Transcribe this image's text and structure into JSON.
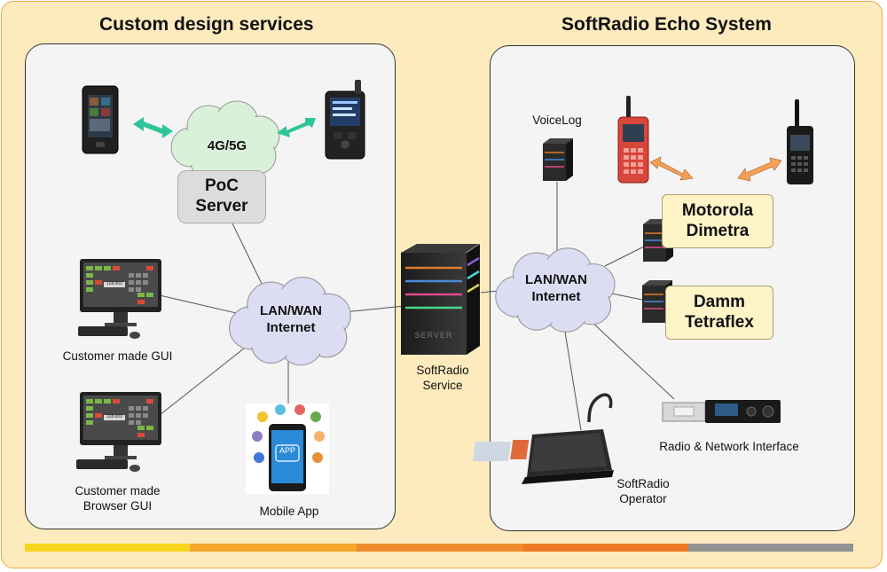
{
  "headings": {
    "left": "Custom design services",
    "right": "SoftRadio Echo System"
  },
  "left_panel": {
    "cloud_4g": "4G/5G",
    "poc_server": [
      "PoC",
      "Server"
    ],
    "lan_wan": [
      "LAN/WAN",
      "Internet"
    ],
    "customer_gui": "Customer made GUI",
    "browser_gui": [
      "Customer made",
      "Browser GUI"
    ],
    "mobile_app": "Mobile App",
    "app_icon_text": "APP"
  },
  "center": {
    "server_label": [
      "SoftRadio",
      "Service"
    ],
    "server_case_text": "SERVER"
  },
  "right_panel": {
    "voicelog": "VoiceLog",
    "lan_wan": [
      "LAN/WAN",
      "Internet"
    ],
    "motorola": [
      "Motorola",
      "Dimetra"
    ],
    "damm": [
      "Damm",
      "Tetraflex"
    ],
    "radio_interface": "Radio & Network Interface",
    "operator": [
      "SoftRadio",
      "Operator"
    ]
  },
  "monitor_readout": "118.000",
  "colors": {
    "frame_bg": "#fdebbe",
    "frame_border": "#f0a640",
    "panel_bg": "#f4f4f4",
    "cloud_4g": "#d9f0d9",
    "cloud_lan": "#dcdcf3",
    "poc_box": "#dcdcdc",
    "system_box": "#fef4c8",
    "green_arrow": "#2fc59a",
    "orange_arrow": "#f5a056",
    "strip": [
      "#f8d41c",
      "#f4a72b",
      "#ee8b2a",
      "#ec7a24",
      "#939393"
    ]
  }
}
